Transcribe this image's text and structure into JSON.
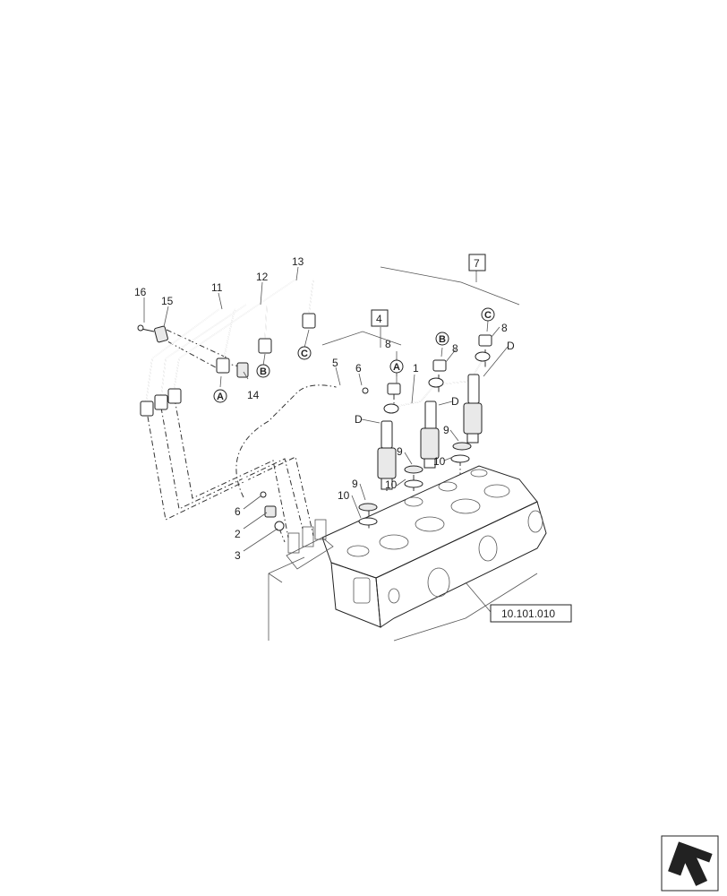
{
  "callouts": {
    "n1": "1",
    "n2": "2",
    "n3": "3",
    "n5": "5",
    "n6a": "6",
    "n6b": "6",
    "n8a": "8",
    "n8b": "8",
    "n8c": "8",
    "n9a": "9",
    "n9b": "9",
    "n9c": "9",
    "n10a": "10",
    "n10b": "10",
    "n10c": "10",
    "n11": "11",
    "n12": "12",
    "n13": "13",
    "n14": "14",
    "n15": "15",
    "n16": "16",
    "d1": "D",
    "d2": "D",
    "d3": "D"
  },
  "boxed": {
    "b4": "4",
    "b7": "7"
  },
  "circled": {
    "a1": "A",
    "a2": "A",
    "b1": "B",
    "b2": "B",
    "c1": "C",
    "c2": "C"
  },
  "reference": {
    "label": "10.101.010"
  },
  "icons": {
    "nav": "page-arrow-icon"
  }
}
